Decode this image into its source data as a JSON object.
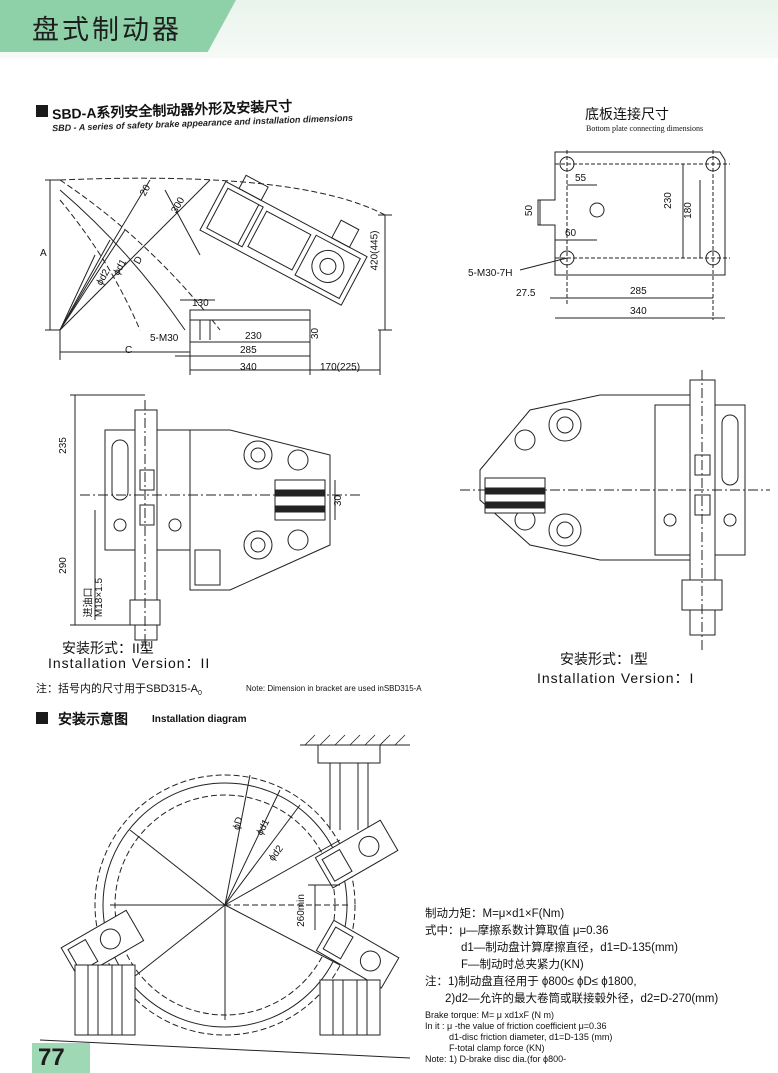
{
  "header": {
    "title": "盘式制动器"
  },
  "section_main": {
    "title_cn": "SBD-A系列安全制动器外形及安装尺寸",
    "title_en": "SBD - A series of safety brake appearance and installation dimensions"
  },
  "bottom_plate": {
    "title_cn": "底板连接尺寸",
    "title_en": "Bottom plate connecting dimensions",
    "dims": {
      "d55": "55",
      "d50": "50",
      "d60": "60",
      "d230": "230",
      "d180": "180",
      "hole": "5-M30-7H",
      "d27_5": "27.5",
      "d285": "285",
      "d340": "340"
    }
  },
  "side_view": {
    "dims": {
      "d20": "20",
      "d300": "300",
      "a": "A",
      "d": "D",
      "d1": "ϕd1",
      "d2": "ϕd2",
      "phi_d": "ϕD",
      "h420": "420(445)",
      "d130": "130",
      "hole": "5-M30",
      "d230": "230",
      "d285": "285",
      "c": "C",
      "d340": "340",
      "d30": "30",
      "d170": "170(225)"
    }
  },
  "front_views": {
    "dims": {
      "d235": "235",
      "d290": "290",
      "d30": "30",
      "oil_inlet": "进油口",
      "thread": "M18×1.5"
    },
    "version2_cn": "安装形式：II型",
    "version2_en": "Installation Version：II",
    "version1_cn": "安装形式：I型",
    "version1_en": "Installation Version：I"
  },
  "note": {
    "cn": "注：括号内的尺寸用于SBD315-A",
    "cn_sub": "0",
    "en": "Note: Dimension in bracket are used inSBD315-A"
  },
  "section_install": {
    "title_cn": "安装示意图",
    "title_en": "Installation diagram",
    "labels": {
      "phi_D": "ϕD",
      "phi_d1": "ϕd1",
      "phi_d2": "ϕd2",
      "min260": "260min"
    }
  },
  "formula_cn": {
    "line1": "制动力矩：M=μ×d1×F(Nm)",
    "line2": "式中：μ—摩擦系数计算取值 μ=0.36",
    "line3": "d1—制动盘计算摩擦直径，d1=D-135(mm)",
    "line4": "F—制动时总夹紧力(KN)",
    "line5": "注：1)制动盘直径用于 ϕ800≤ ϕD≤ ϕ1800,",
    "line6": "2)d2—允许的最大卷筒或联接毂外径，d2=D-270(mm)"
  },
  "formula_en": {
    "line1": "Brake torque: M= μ xd1xF (N m)",
    "line2": "In it : μ -the value of  friction coefficient  μ=0.36",
    "line3": "d1-disc friction  diameter, d1=D-135 (mm)",
    "line4": "F-total clamp force (KN)",
    "line5": "Note: 1) D-brake disc dia.(for ϕ800-"
  },
  "page": {
    "number": "77"
  }
}
